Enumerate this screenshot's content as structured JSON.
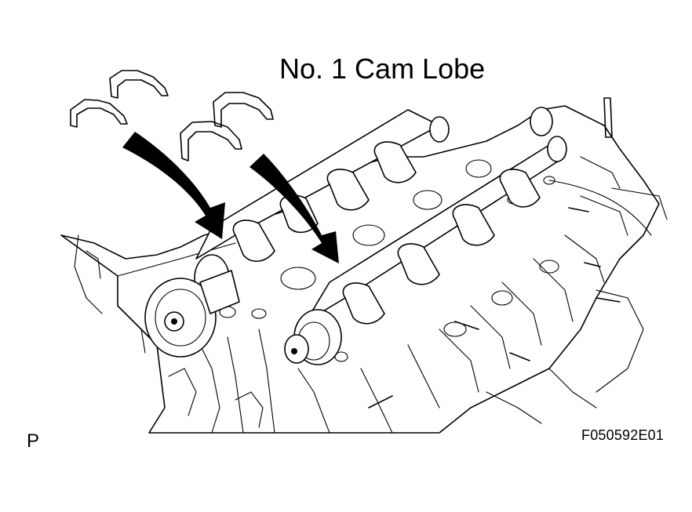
{
  "figure": {
    "title": "No. 1 Cam Lobe",
    "corner_label": "P",
    "figure_code": "F050592E01"
  }
}
